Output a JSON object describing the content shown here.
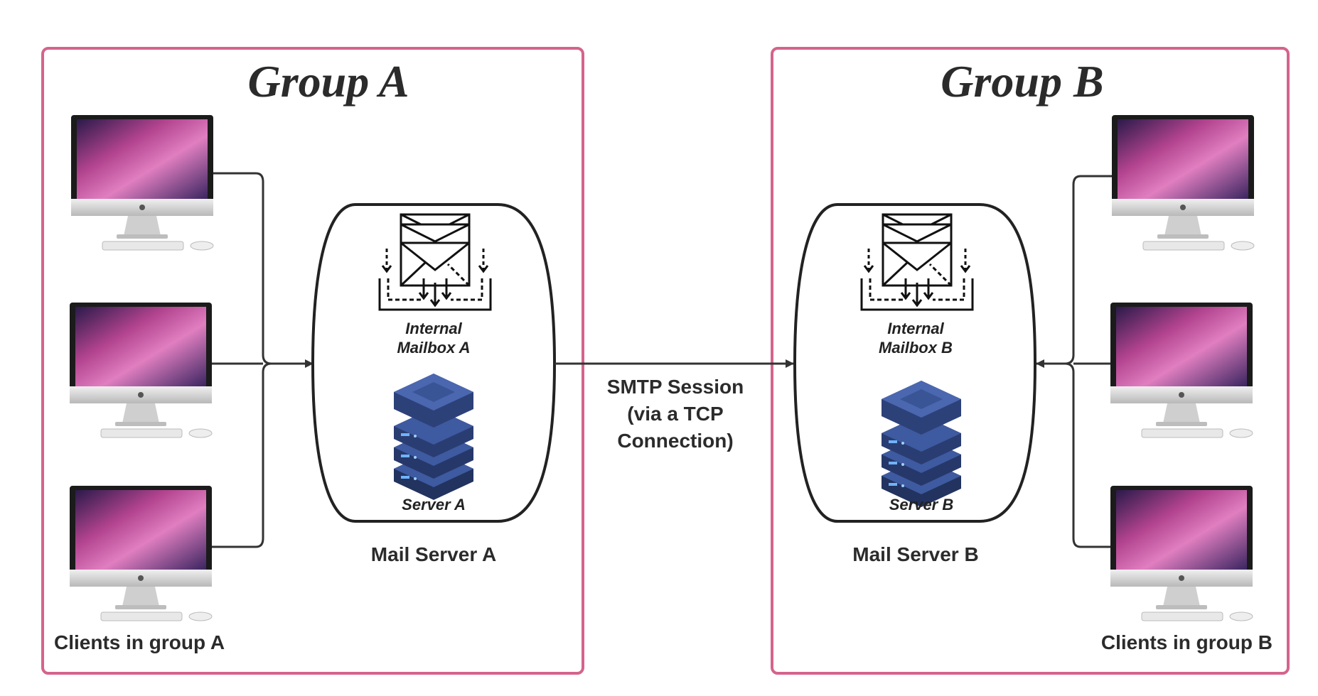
{
  "group_a": {
    "title": "Group A",
    "clients_label": "Clients in group A",
    "server_caption": "Mail Server A",
    "mailbox_label_line1": "Internal",
    "mailbox_label_line2": "Mailbox A",
    "server_label": "Server A"
  },
  "group_b": {
    "title": "Group B",
    "clients_label": "Clients in group B",
    "server_caption": "Mail Server B",
    "mailbox_label_line1": "Internal",
    "mailbox_label_line2": "Mailbox B",
    "server_label": "Server B"
  },
  "connection": {
    "line1": "SMTP Session",
    "line2": "(via a TCP",
    "line3": "Connection)"
  },
  "icons": {
    "client": "imac-computer-icon",
    "mailbox": "mailbox-inbox-icon",
    "server": "server-stack-icon"
  },
  "colors": {
    "group_border": "#d4648c",
    "line": "#333333",
    "server_dark": "#2d3f73",
    "server_light": "#3e5aa0",
    "screen_pink": "#c24d9a"
  }
}
